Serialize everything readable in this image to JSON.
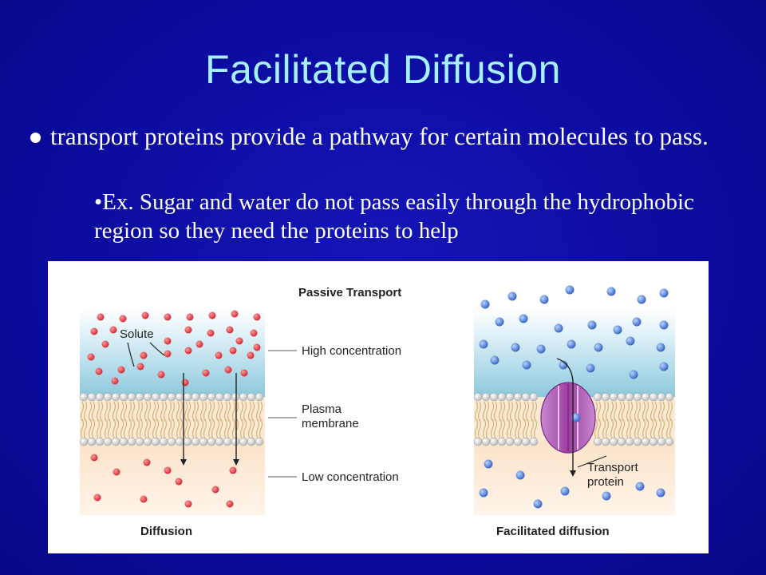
{
  "slide": {
    "title": "Facilitated Diffusion",
    "bullet1": "transport proteins provide a pathway for certain molecules to pass.",
    "bullet2": "•Ex. Sugar and water do not pass easily through the hydrophobic region so they need the proteins to help"
  },
  "figure": {
    "header": "Passive Transport",
    "solute_label": "Solute",
    "high_label": "High concentration",
    "plasma_label_1": "Plasma",
    "plasma_label_2": "membrane",
    "low_label": "Low concentration",
    "transport_label_1": "Transport",
    "transport_label_2": "protein",
    "left_caption": "Diffusion",
    "right_caption": "Facilitated diffusion"
  },
  "colors": {
    "background": "#0b0b9e",
    "title": "#a6f0ff",
    "text": "#ffffff",
    "solute_red": "#e0303a",
    "solute_blue": "#3f6fd0",
    "protein": "#a04aa8"
  }
}
